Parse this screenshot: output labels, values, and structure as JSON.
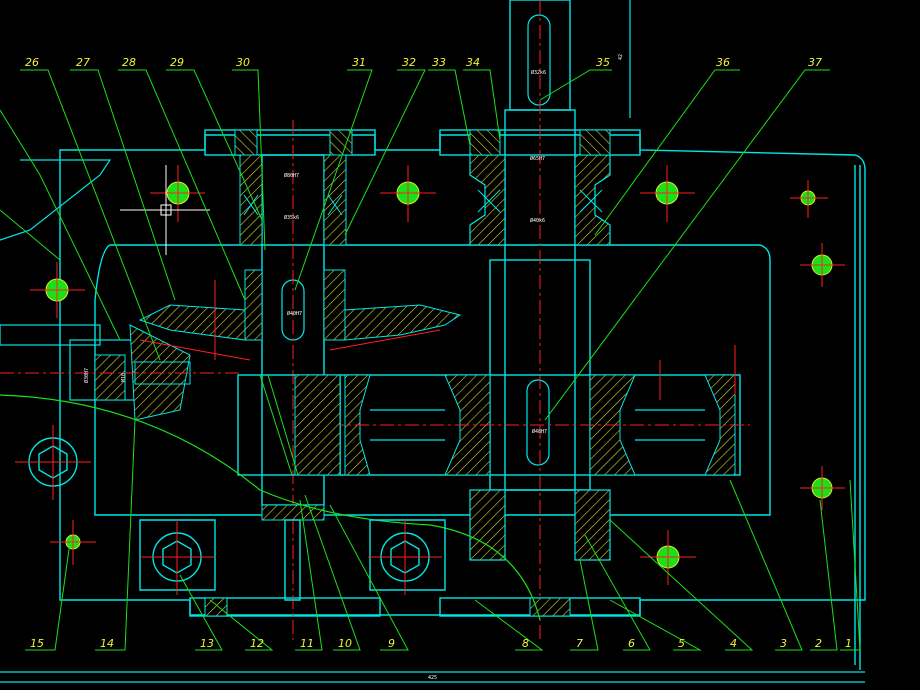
{
  "drawing": {
    "background": "#000000",
    "colors": {
      "outline": "#00e6e6",
      "leader": "#19e019",
      "centerline": "#ff2020",
      "hatch": "#e6e62a",
      "label": "#f2f23a",
      "dimension": "#ffffff"
    },
    "part_labels_top": [
      "26",
      "27",
      "28",
      "29",
      "30",
      "31",
      "32",
      "33",
      "34",
      "35",
      "36",
      "37"
    ],
    "part_labels_bottom": [
      "15",
      "14",
      "13",
      "12",
      "11",
      "10",
      "9",
      "8",
      "7",
      "6",
      "5",
      "4",
      "3",
      "2",
      "1"
    ],
    "dimension_texts": {
      "shaft_top": "Ø32k6",
      "shaft_top_right": "42",
      "bearing_top": "Ø65H7",
      "bearing_inner": "Ø40k6",
      "bearing_left_top": "Ø80H7",
      "bearing_left_inner": "Ø35k6",
      "gear_bore_left": "Ø40H7",
      "gear_bore_right": "Ø48H7",
      "pinion_bore": "Ø30H7",
      "pinion_nut": "M10",
      "overall_width": "425"
    }
  }
}
